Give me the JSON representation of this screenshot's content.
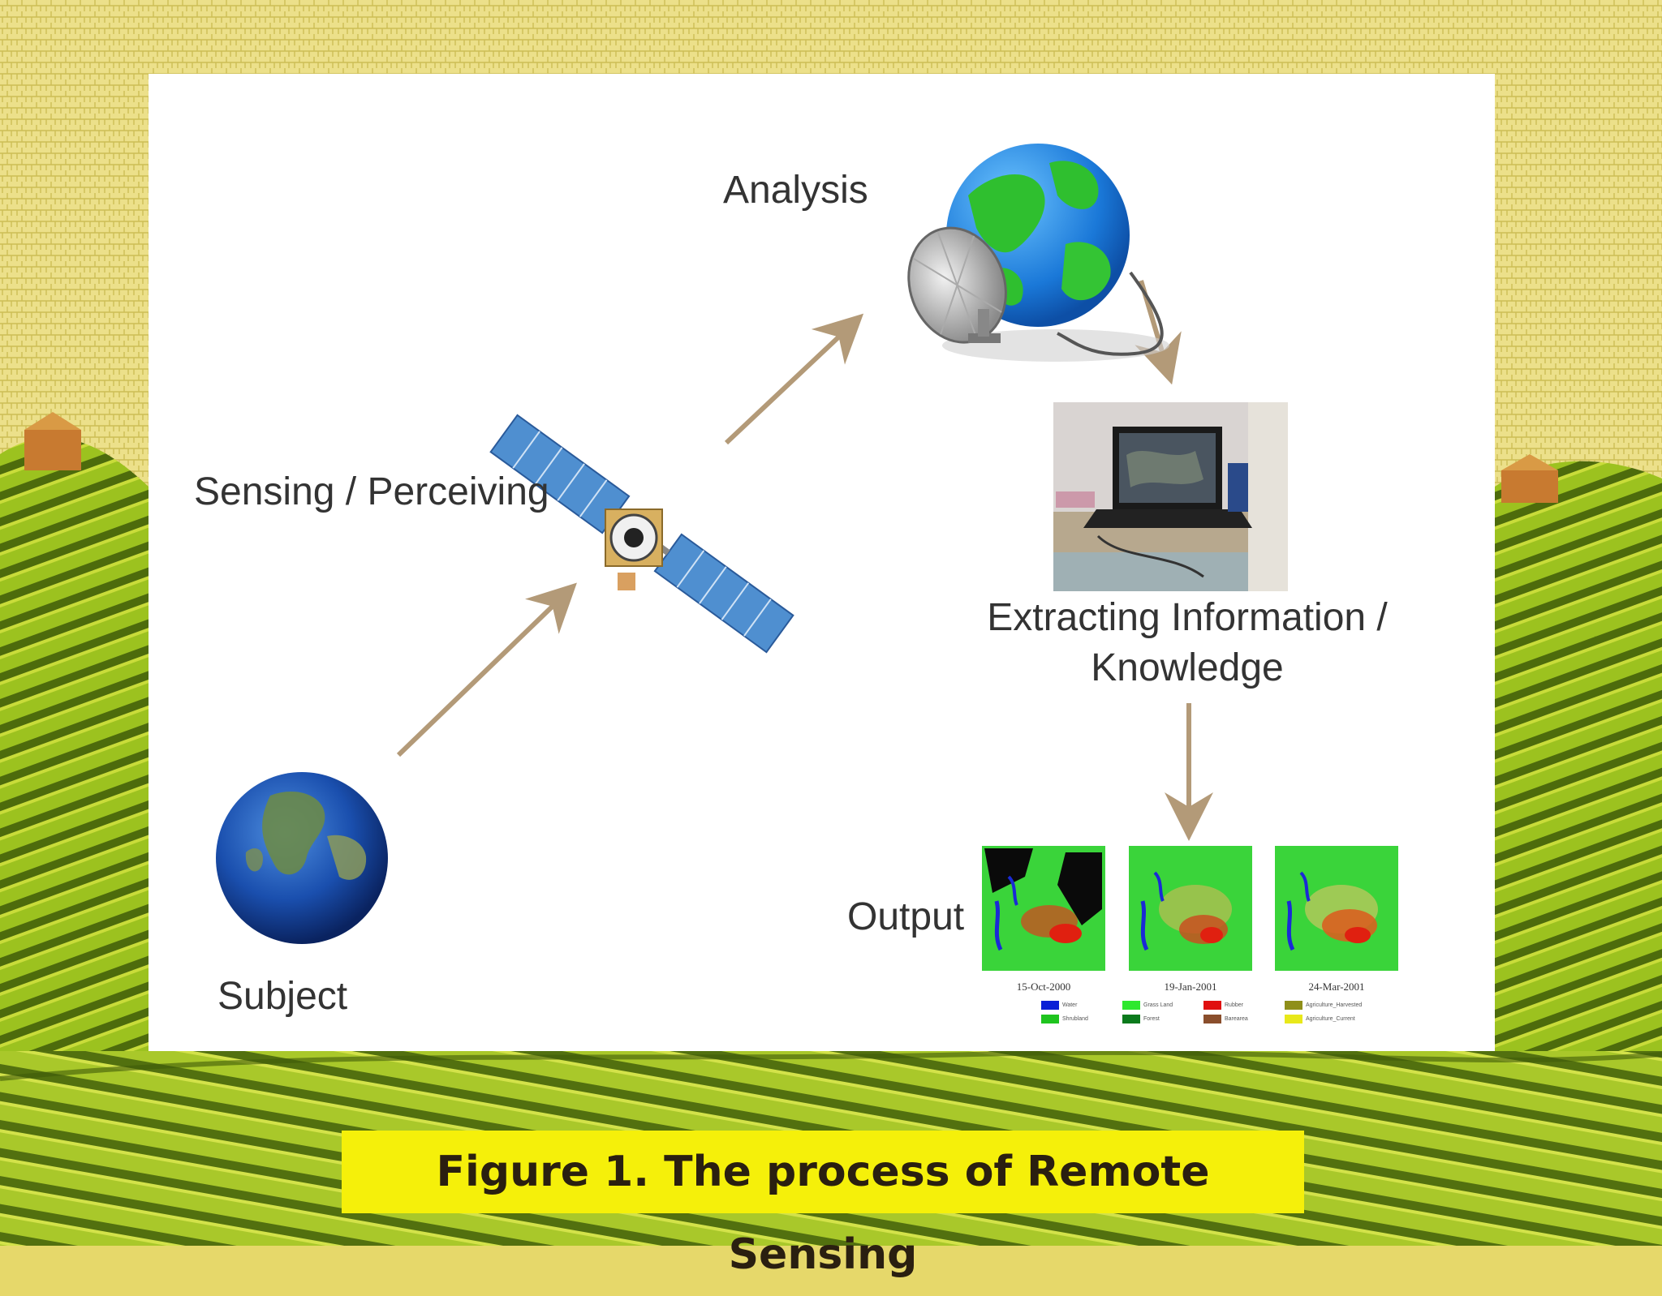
{
  "figure": {
    "caption": "Figure 1. The process of Remote Sensing"
  },
  "stages": {
    "subject": "Subject",
    "sensing": "Sensing / Perceiving",
    "analysis": "Analysis",
    "extracting_line1": "Extracting Information /",
    "extracting_line2": "Knowledge",
    "output": "Output"
  },
  "output_maps": {
    "dates": [
      "15-Oct-2000",
      "19-Jan-2001",
      "24-Mar-2001"
    ],
    "legend": [
      {
        "label": "Water",
        "color": "#0a1fd6"
      },
      {
        "label": "Grass Land",
        "color": "#2ee82e"
      },
      {
        "label": "Rubber",
        "color": "#e01010"
      },
      {
        "label": "Agriculture_Harvested",
        "color": "#8f8f1a"
      },
      {
        "label": "Shrubland",
        "color": "#1fc41f"
      },
      {
        "label": "Forest",
        "color": "#0b7a1c"
      },
      {
        "label": "Barearea",
        "color": "#8a4e2c"
      },
      {
        "label": "Agriculture_Current",
        "color": "#e8e81a"
      }
    ]
  },
  "colors": {
    "arrow": "#b39a78",
    "caption_bg": "#f5f00a",
    "panel_bg": "#ffffff",
    "background_hills": "#8fb51c"
  },
  "icons": {
    "subject": "earth-globe-icon",
    "sensing": "satellite-icon",
    "analysis": "globe-with-satellite-dish-icon",
    "extracting": "laptop-workstation-photo",
    "output": "classified-landcover-map-thumbnails"
  }
}
